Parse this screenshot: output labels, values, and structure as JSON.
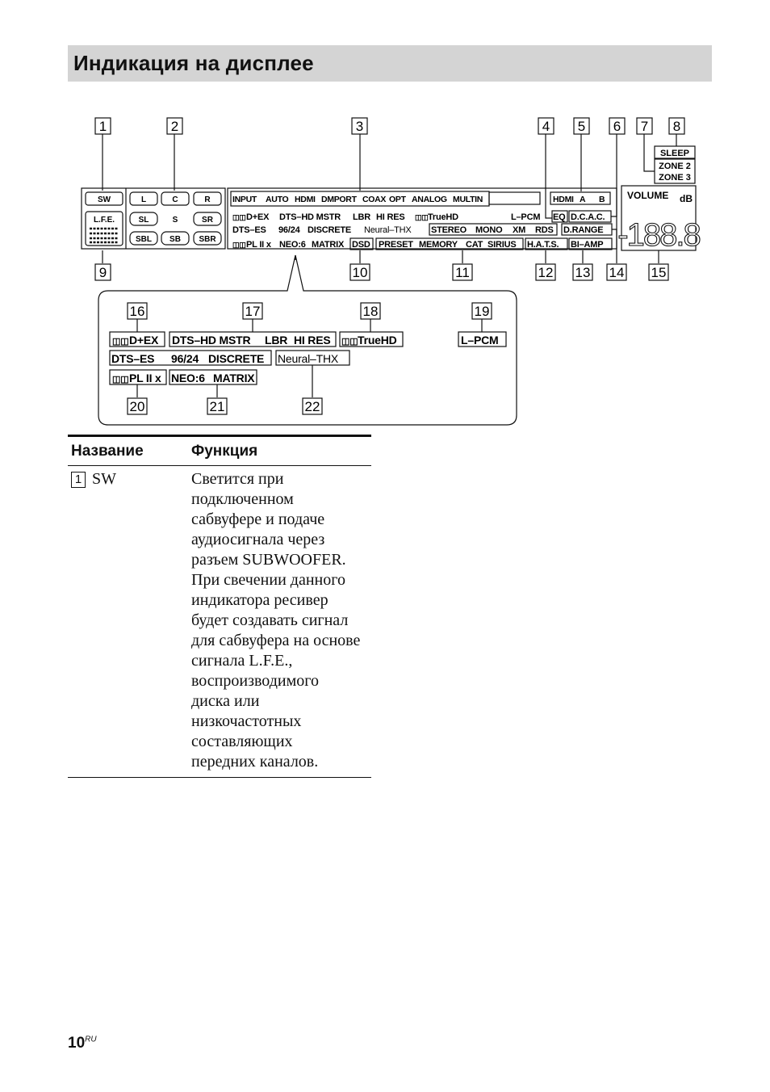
{
  "page": {
    "title": "Индикация на дисплее",
    "page_number": "10",
    "page_lang": "RU"
  },
  "callouts": [
    "1",
    "2",
    "3",
    "4",
    "5",
    "6",
    "7",
    "8",
    "9",
    "10",
    "11",
    "12",
    "13",
    "14",
    "15",
    "16",
    "17",
    "18",
    "19",
    "20",
    "21",
    "22"
  ],
  "display": {
    "speakers": [
      "SW",
      "L",
      "C",
      "R",
      "SL",
      "S",
      "SR",
      "SBL",
      "SB",
      "SBR"
    ],
    "lfe": "L.F.E.",
    "inputs": [
      "INPUT",
      "AUTO",
      "HDMI",
      "DMPORT",
      "COAX",
      "OPT",
      "ANALOG",
      "MULTIN"
    ],
    "hdmi": [
      "HDMI",
      "A",
      "B"
    ],
    "row2": [
      "D+EX",
      "DTS–HD MSTR",
      "LBR",
      "HI RES",
      "TrueHD",
      "L–PCM",
      "EQ",
      "D.C.A.C."
    ],
    "row3": [
      "DTS–ES",
      "96/24",
      "DISCRETE",
      "Neural–THX",
      "STEREO",
      "MONO",
      "XM",
      "RDS",
      "D.RANGE"
    ],
    "row4": [
      "PL II x",
      "NEO:6",
      "MATRIX",
      "DSD",
      "PRESET",
      "MEMORY",
      "CAT",
      "SIRIUS",
      "H.A.T.S.",
      "BI–AMP"
    ],
    "zones": [
      "SLEEP",
      "ZONE 2",
      "ZONE 3"
    ],
    "volume": "VOLUME",
    "db": "dB",
    "digits": "-188.8"
  },
  "detail": {
    "row1": [
      "D+EX",
      "DTS–HD MSTR",
      "LBR",
      "HI RES",
      "TrueHD",
      "L–PCM"
    ],
    "row2": [
      "DTS–ES",
      "96/24",
      "DISCRETE",
      "Neural–THX"
    ],
    "row3": [
      "PL II x",
      "NEO:6",
      "MATRIX"
    ]
  },
  "table": {
    "headers": [
      "Название",
      "Функция"
    ],
    "rows": [
      {
        "num": "1",
        "name": "SW",
        "lines": [
          "Светится при",
          "подключенном",
          "сабвуфере и подаче",
          "аудиосигнала через",
          "разъем SUBWOOFER.",
          "При свечении данного",
          "индикатора ресивер",
          "будет создавать сигнал",
          "для сабвуфера на основе",
          "сигнала L.F.E.,",
          "воспроизводимого",
          "диска или",
          "низкочастотных",
          "составляющих",
          "передних каналов."
        ]
      }
    ]
  }
}
